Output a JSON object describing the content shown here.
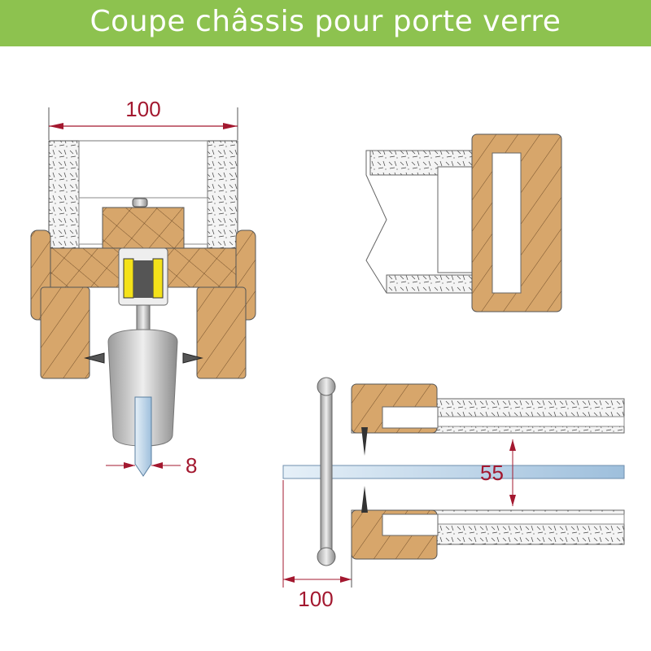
{
  "title": "Coupe châssis pour porte verre",
  "colors": {
    "header": "#8dc24f",
    "wood": "#d7a66b",
    "dimension": "#a3182f",
    "glass": "#bcd6ea",
    "roller": "#f4e21a"
  },
  "dimensions": {
    "top_width": "100",
    "glass_thickness": "8",
    "gap": "55",
    "handle_offset": "100"
  }
}
